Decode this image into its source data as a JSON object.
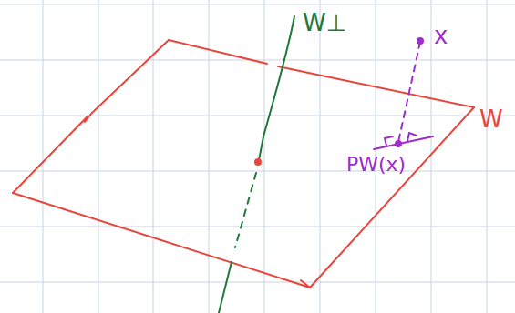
{
  "diagram": {
    "labels": [
      "W⊥",
      "x",
      "W",
      "PW(x)"
    ]
  }
}
